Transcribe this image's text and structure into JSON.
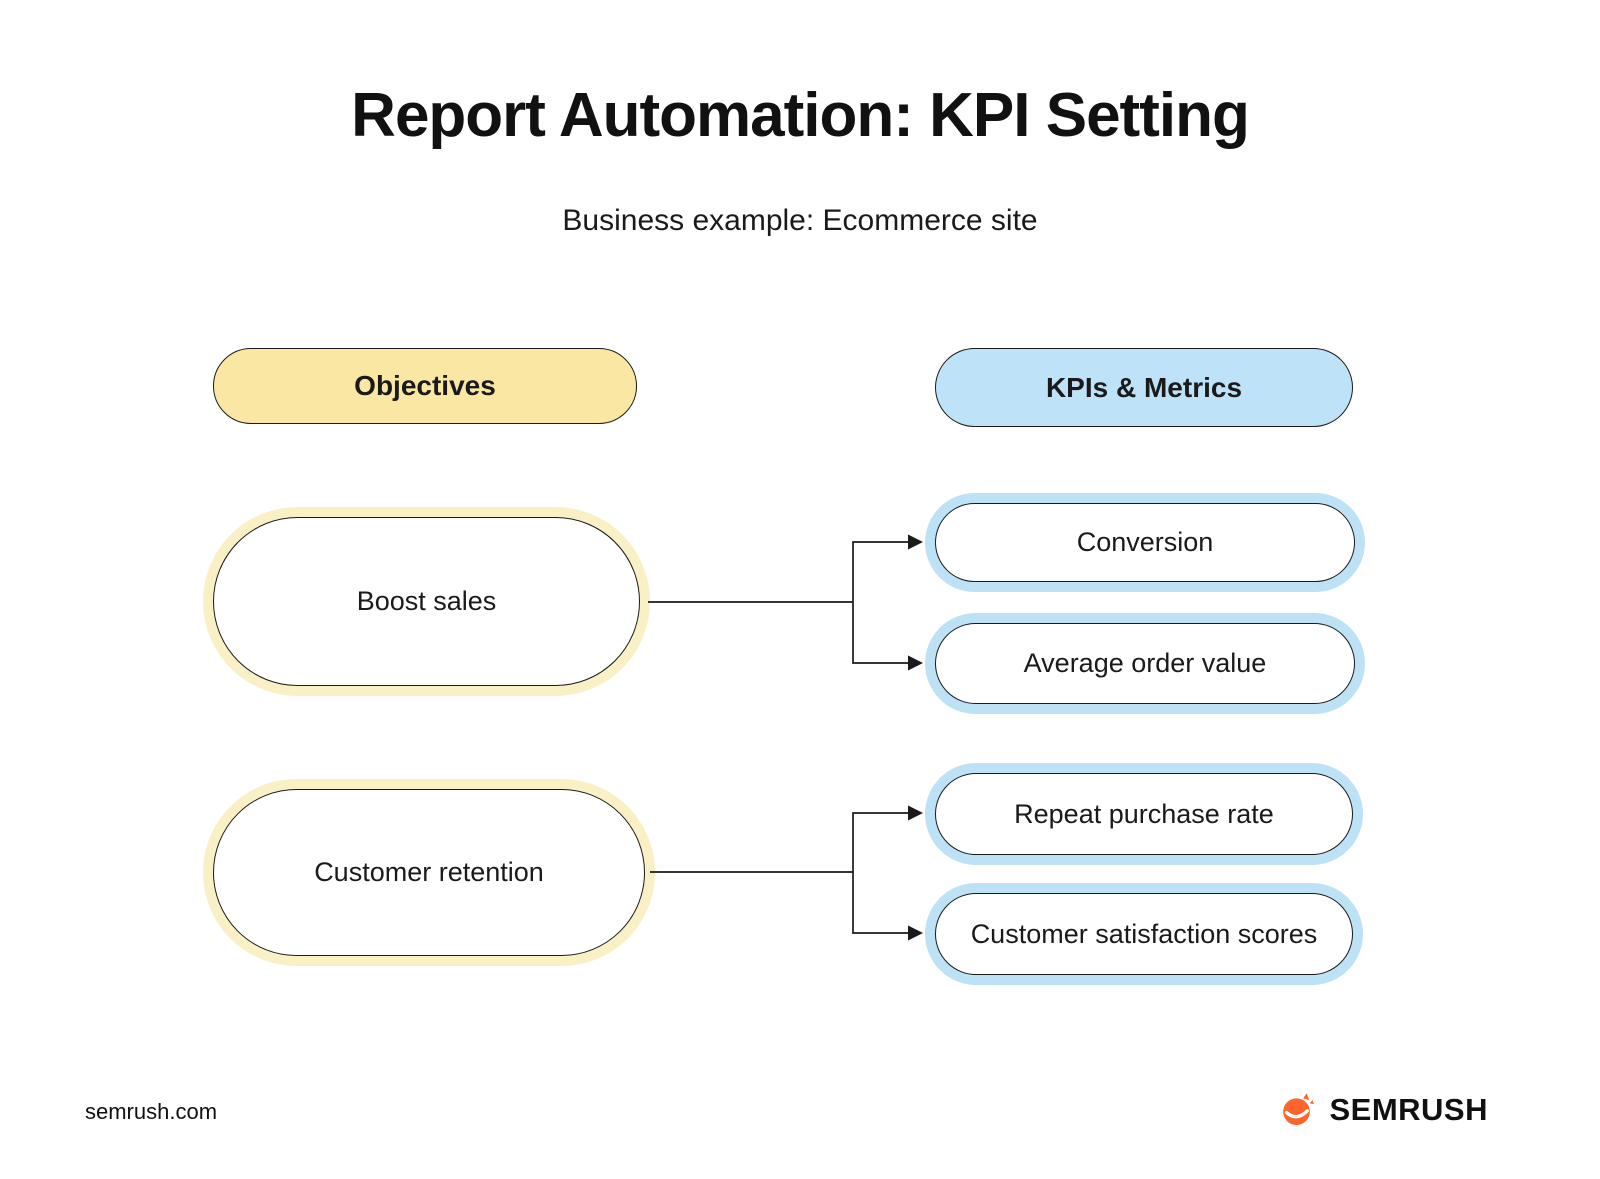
{
  "title": "Report Automation: KPI Setting",
  "subtitle": "Business example: Ecommerce site",
  "headers": {
    "objectives": "Objectives",
    "kpis": "KPIs & Metrics"
  },
  "objectives": [
    {
      "label": "Boost sales"
    },
    {
      "label": "Customer retention"
    }
  ],
  "kpis": [
    {
      "label": "Conversion"
    },
    {
      "label": "Average order value"
    },
    {
      "label": "Repeat purchase rate"
    },
    {
      "label": "Customer satisfaction scores"
    }
  ],
  "connections": [
    {
      "from": "Boost sales",
      "to": [
        "Conversion",
        "Average order value"
      ]
    },
    {
      "from": "Customer retention",
      "to": [
        "Repeat purchase rate",
        "Customer satisfaction scores"
      ]
    }
  ],
  "footer": {
    "site": "semrush.com",
    "brand": "SEMRUSH"
  },
  "colors": {
    "accent_yellow": "#F9E7A3",
    "accent_yellow_glow": "#FAF0C6",
    "accent_blue": "#BEE2F7",
    "accent_blue_glow": "#BDE2F6",
    "brand_orange": "#FF642D",
    "ink": "#1A1A1A"
  }
}
